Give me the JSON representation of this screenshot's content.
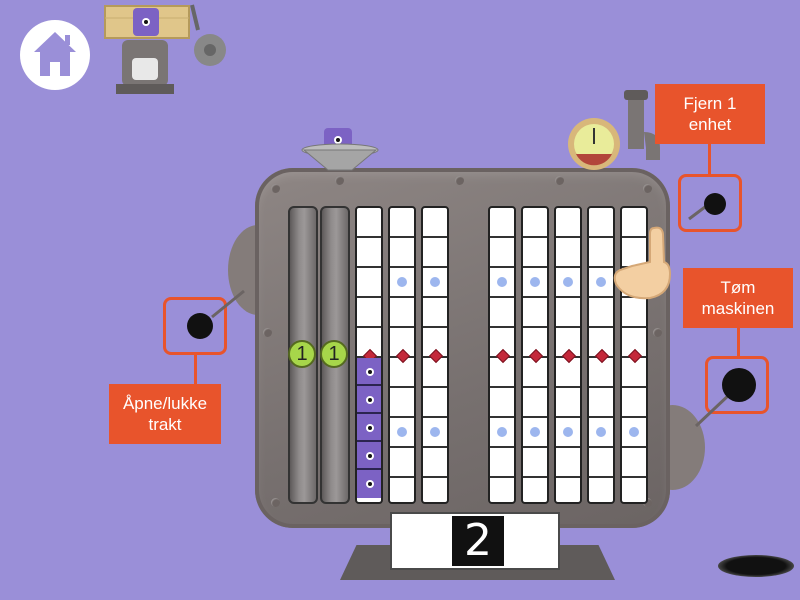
{
  "nav": {
    "home_label": "home"
  },
  "labels": {
    "remove_one": "Fjern 1 enhet",
    "remove_one_line1": "Fjern 1",
    "remove_one_line2": "enhet",
    "empty_machine_line1": "Tøm",
    "empty_machine_line2": "maskinen",
    "toggle_funnel_line1": "Åpne/lukke",
    "toggle_funnel_line2": "trakt"
  },
  "counter": {
    "value": "2"
  },
  "tens_badges": [
    "1",
    "1"
  ],
  "colors": {
    "background": "#9a8fd8",
    "label_accent": "#e8542c",
    "unit_purple": "#7c62c4",
    "badge_green": "#a7d64a"
  },
  "icons": {
    "home": "house-icon",
    "pointer": "pointing-hand-icon",
    "gauge": "pressure-gauge-icon",
    "gear": "gear-icon"
  }
}
